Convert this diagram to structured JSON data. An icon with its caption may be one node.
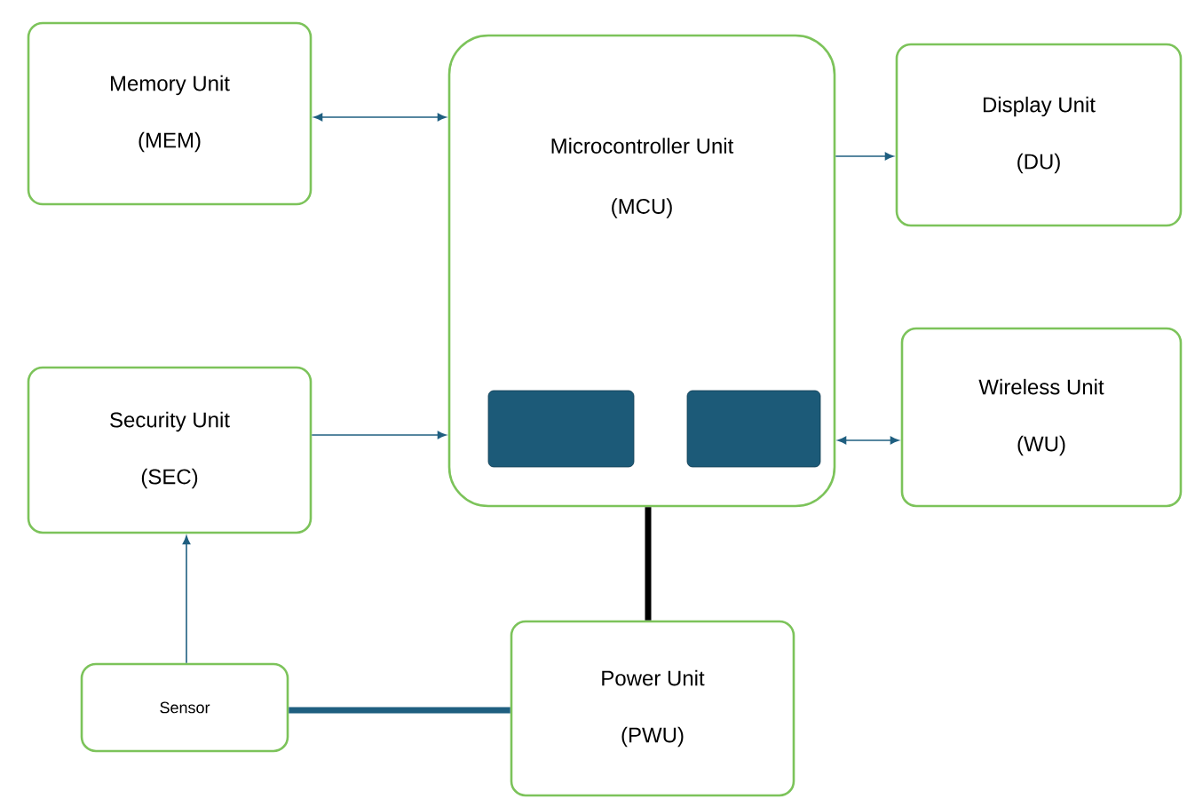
{
  "diagram": {
    "nodes": [
      {
        "text": [
          "Memory Unit",
          "(MEM)"
        ]
      },
      {
        "text": [
          "Microcontroller Unit",
          "(MCU)"
        ]
      },
      {
        "text": [],
        "shape": "box",
        "in": 1
      },
      {
        "text": [],
        "shape": "box",
        "in": 1
      },
      {
        "text": [
          "Display Unit",
          "(DU)"
        ]
      },
      {
        "text": [
          "Security Unit",
          "(SEC)"
        ]
      },
      {
        "text": [
          "Wireless Unit",
          "(WU)"
        ]
      },
      {
        "text": [
          "Sensor"
        ]
      },
      {
        "text": [
          "Power Unit",
          "(PWU)"
        ]
      }
    ],
    "edges": [
      {
        "from": 0,
        "to": 1,
        "arrow": "both"
      },
      {
        "from": 1,
        "to": 4,
        "arrow": "to"
      },
      {
        "from": 5,
        "to": 1,
        "arrow": "to"
      },
      {
        "from": 1,
        "to": 6,
        "arrow": "both"
      },
      {
        "from": 7,
        "to": 5,
        "arrow": "to"
      },
      {
        "from": 1,
        "to": 8,
        "arrow": "none",
        "style": "thick",
        "color": "#000000"
      },
      {
        "from": 7,
        "to": 8,
        "arrow": "none",
        "style": "thick"
      }
    ]
  }
}
